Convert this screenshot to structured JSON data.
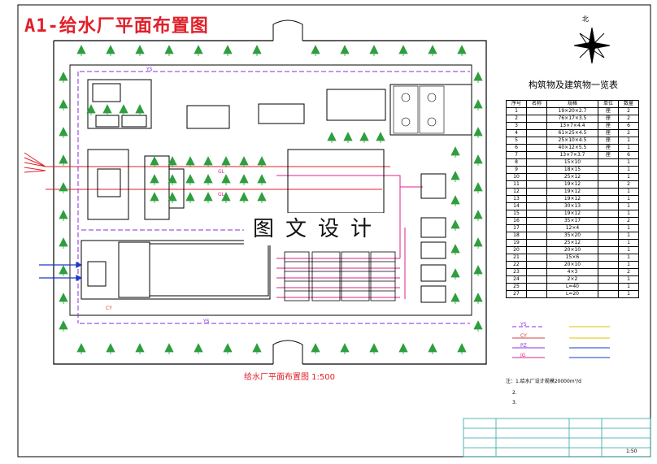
{
  "title": "A1-给水厂平面布置图",
  "watermark": "图文设计",
  "compass_label": "北",
  "table_title": "构筑物及建筑物一览表",
  "table_headers": [
    "序号",
    "名称",
    "规格",
    "单位",
    "数量"
  ],
  "table_rows": [
    [
      "1",
      "",
      "19×20×2.7",
      "座",
      "2"
    ],
    [
      "2",
      "",
      "76×17×3.5",
      "座",
      "2"
    ],
    [
      "3",
      "",
      "13×7×4.4",
      "座",
      "6"
    ],
    [
      "4",
      "",
      "61×25×4.5",
      "座",
      "2"
    ],
    [
      "5",
      "",
      "25×10×4.5",
      "座",
      "1"
    ],
    [
      "6",
      "",
      "40×12×5.5",
      "座",
      "1"
    ],
    [
      "7",
      "",
      "13×7×3.7",
      "座",
      "6"
    ],
    [
      "8",
      "",
      "15×10",
      "",
      "1"
    ],
    [
      "9",
      "",
      "18×15",
      "",
      "1"
    ],
    [
      "10",
      "",
      "25×12",
      "",
      "1"
    ],
    [
      "11",
      "",
      "19×12",
      "",
      "2"
    ],
    [
      "12",
      "",
      "19×12",
      "",
      "1"
    ],
    [
      "13",
      "",
      "19×12",
      "",
      "1"
    ],
    [
      "14",
      "",
      "30×13",
      "",
      "1"
    ],
    [
      "15",
      "",
      "19×12",
      "",
      "1"
    ],
    [
      "16",
      "",
      "35×17",
      "",
      "2"
    ],
    [
      "17",
      "",
      "12×4",
      "",
      "1"
    ],
    [
      "18",
      "",
      "35×20",
      "",
      "1"
    ],
    [
      "19",
      "",
      "25×12",
      "",
      "1"
    ],
    [
      "20",
      "",
      "20×10",
      "",
      "1"
    ],
    [
      "21",
      "",
      "15×6",
      "",
      "1"
    ],
    [
      "22",
      "",
      "20×10",
      "",
      "1"
    ],
    [
      "23",
      "",
      "4×3",
      "",
      "2"
    ],
    [
      "24",
      "",
      "2×2",
      "",
      "1"
    ],
    [
      "25",
      "",
      "L=40",
      "",
      "1"
    ],
    [
      "27",
      "",
      "L=20",
      "",
      "1"
    ]
  ],
  "pipe_labels": {
    "ys": "YS",
    "cy": "CY",
    "gl": "GL",
    "pz": "PZ",
    "jg": "JG"
  },
  "plan_caption": "给水厂平面布置图 1:500",
  "notes": [
    "注：1.给水厂设计规模20000m³/d",
    "2.",
    "3."
  ],
  "scale_text": "1:50",
  "colors": {
    "title": "#e0202a",
    "tree": "#2e9e3e",
    "ys_line": "#8a2be2",
    "gl_line": "#e0208a",
    "road": "#000000",
    "sewer": "#d04040"
  }
}
